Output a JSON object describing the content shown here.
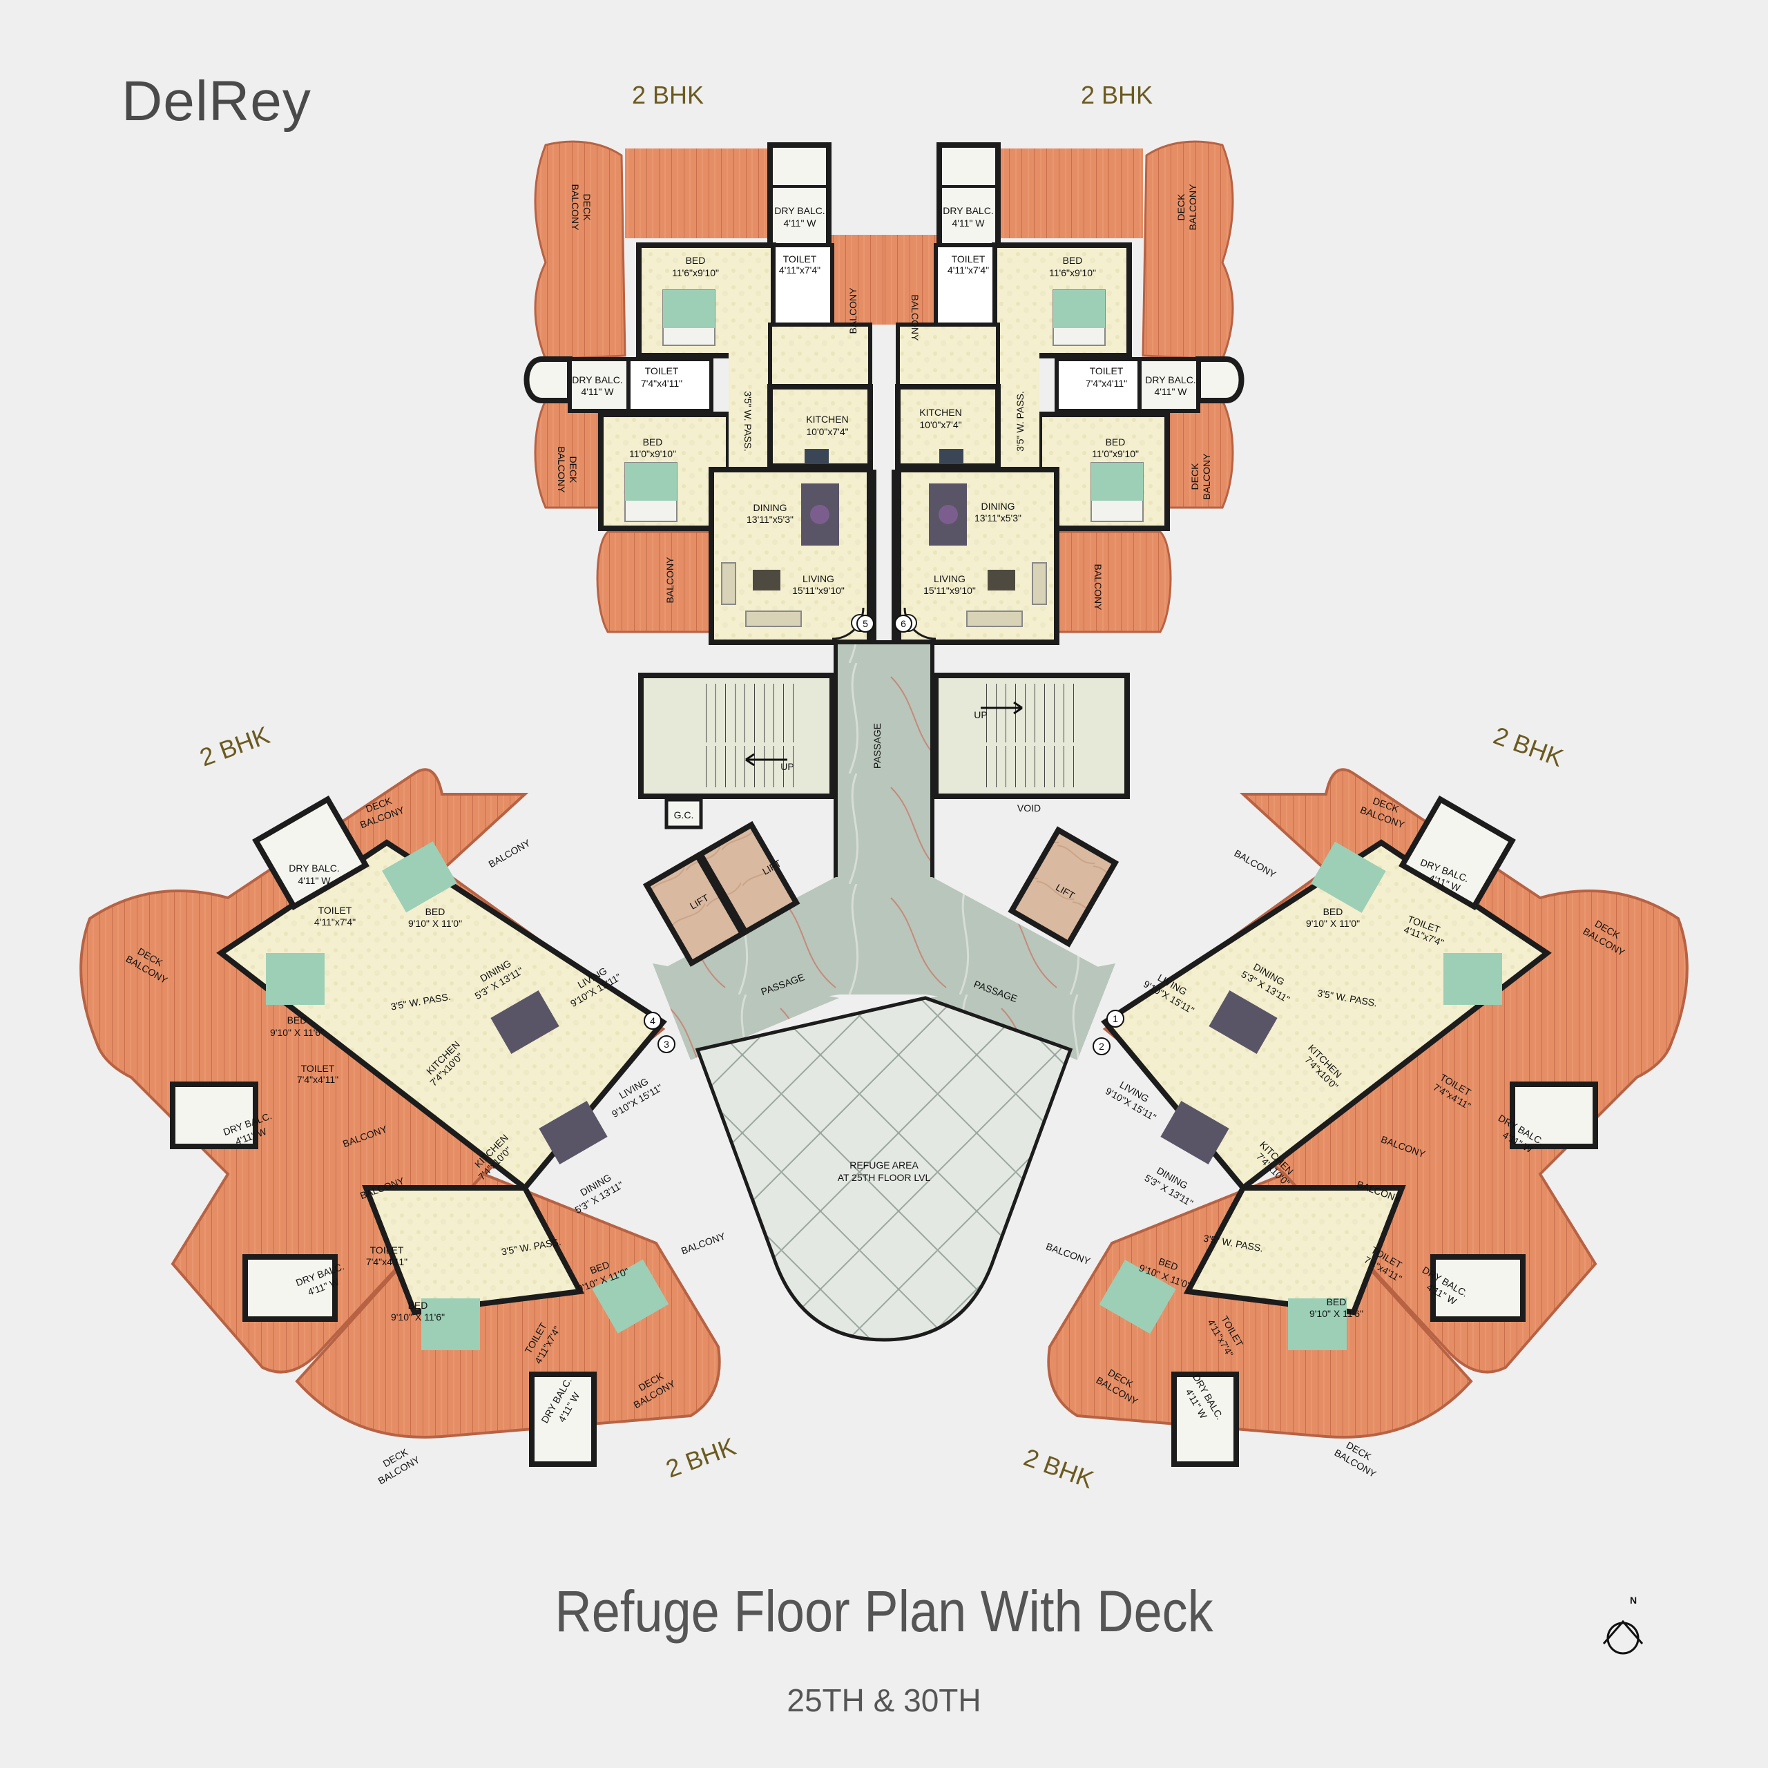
{
  "brand": "DelRey",
  "title": "Refuge Floor Plan With Deck",
  "subtitle": "25TH & 30TH",
  "compass_label": "N",
  "unit_type": "2 BHK",
  "core": {
    "passage": "PASSAGE",
    "lift": "LIFT",
    "up": "UP",
    "gc": "G.C.",
    "void": "VOID",
    "refuge_line1": "REFUGE AREA",
    "refuge_line2": "AT 25TH FLOOR LVL"
  },
  "rooms": {
    "deck_line1": "DECK",
    "deck_line2": "BALCONY",
    "balcony": "BALCONY",
    "dry_balc": "DRY BALC.",
    "dry_balc_size": "4'11\" W",
    "toilet": "TOILET",
    "bed": "BED",
    "kitchen": "KITCHEN",
    "dining": "DINING",
    "living": "LIVING",
    "w_pass": "3'5\" W. PASS.",
    "top_units": {
      "bed1_size": "11'6\"x9'10\"",
      "bed2_size": "11'0\"x9'10\"",
      "toilet1_size": "4'11\"x7'4\"",
      "toilet2_size": "7'4\"x4'11\"",
      "kitchen_size": "10'0\"x7'4\"",
      "dining_size": "13'11\"x5'3\"",
      "living_size": "15'11\"x9'10\""
    },
    "wing_units": {
      "bed1_size": "9'10\" X 11'0\"",
      "bed2_size": "9'10\" X 11'6\"",
      "toilet1_size": "4'11\"x7'4\"",
      "toilet2_size": "7'4\"x4'11\"",
      "kitchen_size": "7'4\"x10'0\"",
      "dining_size": "5'3\" X 13'11\"",
      "living_size": "9'10\"X 15'11\""
    }
  },
  "flat_numbers": [
    "1",
    "2",
    "3",
    "4",
    "5",
    "6"
  ],
  "colors": {
    "deck": "#e58e66",
    "floor": "#f3efcf",
    "wall": "#1c1c1c",
    "bed": "#9ccfb6",
    "marble": "#b9c7bd",
    "lift": "#d8b79f",
    "background": "#efefef"
  }
}
